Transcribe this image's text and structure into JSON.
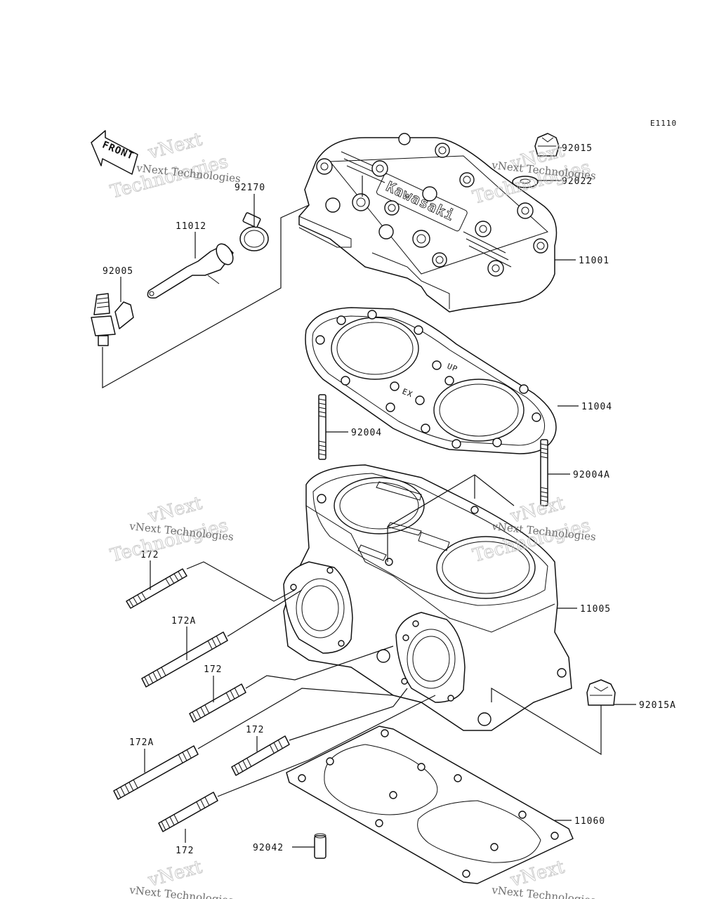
{
  "diagram_id": "E1110",
  "front_label": "FRONT",
  "gasket_marks": {
    "up": "UP",
    "ex": "EX"
  },
  "head_logo": "Kawasaki",
  "watermark": {
    "line1": "vNext",
    "line2": "Technologies",
    "small": "vNext Technologies"
  },
  "parts": [
    {
      "number": "92015"
    },
    {
      "number": "92022"
    },
    {
      "number": "92170"
    },
    {
      "number": "11012"
    },
    {
      "number": "92005"
    },
    {
      "number": "11001"
    },
    {
      "number": "11004"
    },
    {
      "number": "92004"
    },
    {
      "number": "92004A"
    },
    {
      "number": "11005"
    },
    {
      "number": "172"
    },
    {
      "number": "172A"
    },
    {
      "number": "172"
    },
    {
      "number": "172A"
    },
    {
      "number": "172"
    },
    {
      "number": "172"
    },
    {
      "number": "92015A"
    },
    {
      "number": "11060"
    },
    {
      "number": "92042"
    }
  ]
}
